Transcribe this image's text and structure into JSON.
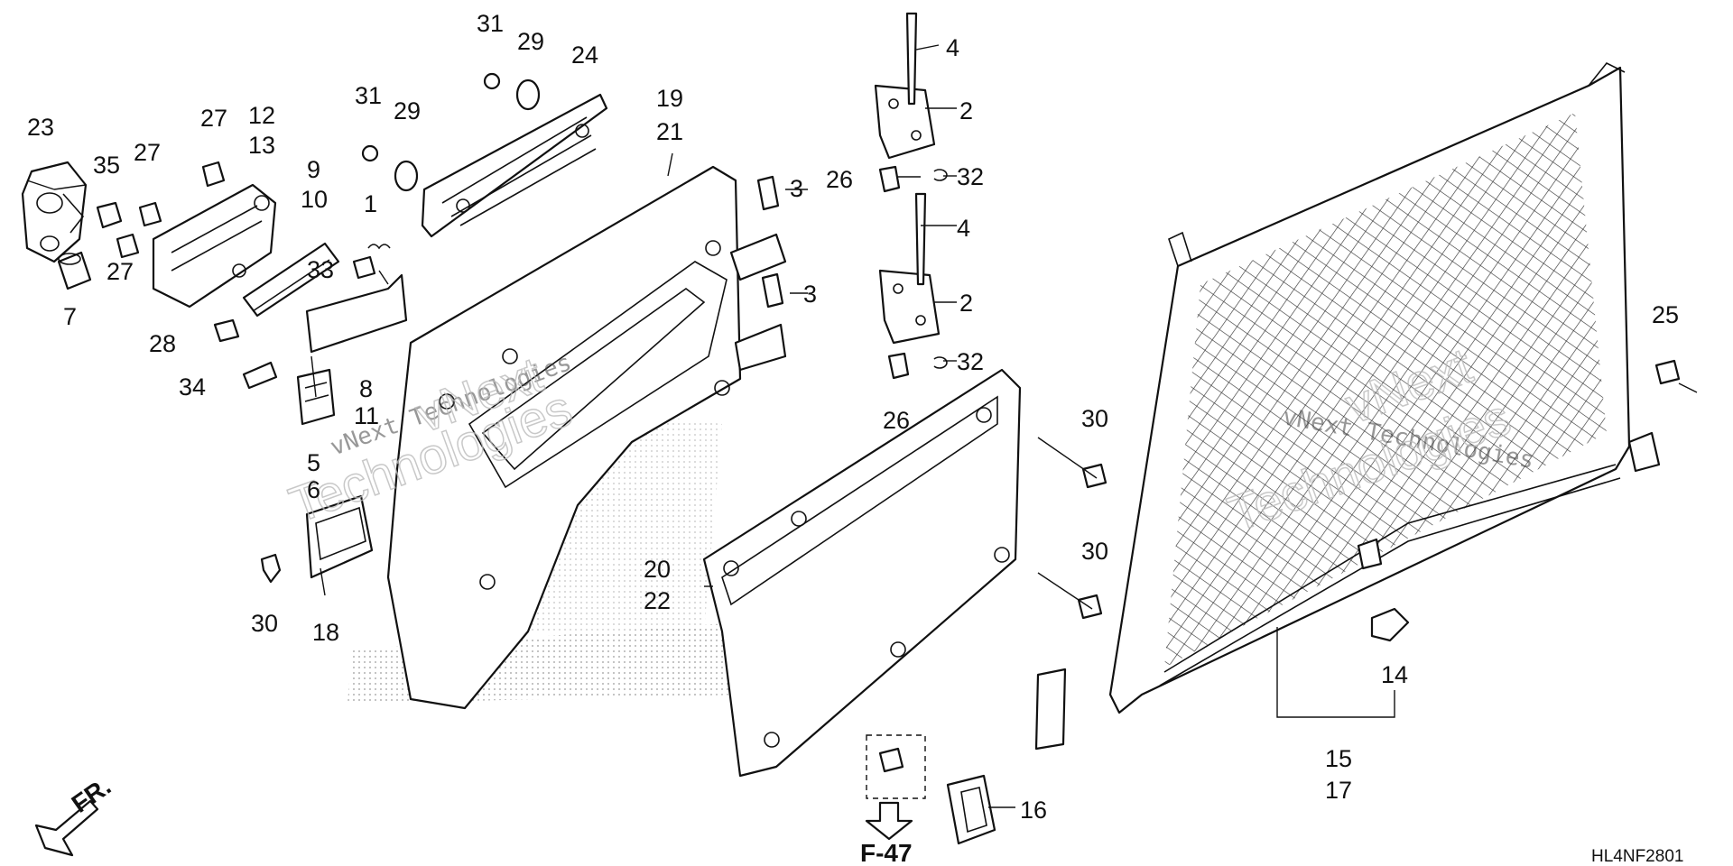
{
  "labels": {
    "l1": "1",
    "l2a": "2",
    "l2b": "2",
    "l3a": "3",
    "l3b": "3",
    "l4a": "4",
    "l4b": "4",
    "l5": "5",
    "l6": "6",
    "l7": "7",
    "l8": "8",
    "l9": "9",
    "l10": "10",
    "l11": "11",
    "l12": "12",
    "l13": "13",
    "l14": "14",
    "l15": "15",
    "l16": "16",
    "l17": "17",
    "l18": "18",
    "l19": "19",
    "l20": "20",
    "l21": "21",
    "l22": "22",
    "l23": "23",
    "l24": "24",
    "l25": "25",
    "l26a": "26",
    "l26b": "26",
    "l27a": "27",
    "l27b": "27",
    "l27c": "27",
    "l28": "28",
    "l29a": "29",
    "l29b": "29",
    "l30a": "30",
    "l30b": "30",
    "l30c": "30",
    "l31a": "31",
    "l31b": "31",
    "l32a": "32",
    "l32b": "32",
    "l33": "33",
    "l34": "34",
    "l35": "35"
  },
  "reference": "F-47",
  "front_arrow": "FR.",
  "diagram_code": "HL4NF2801",
  "watermark": {
    "line1": "vNext Technologies",
    "outline_word1": "vNext",
    "outline_word2": "Technologies"
  }
}
